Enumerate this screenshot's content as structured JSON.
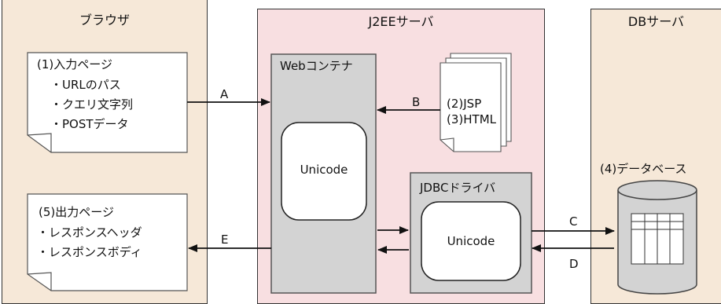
{
  "browser": {
    "title": "ブラウザ",
    "input_page": {
      "heading": "(1)入力ページ",
      "items": [
        "・URLのパス",
        "・クエリ文字列",
        "・POSTデータ"
      ]
    },
    "output_page": {
      "heading": "(5)出力ページ",
      "items": [
        "・レスポンスヘッダ",
        "・レスポンスボディ"
      ]
    }
  },
  "j2ee_server": {
    "title": "J2EEサーバ",
    "web_container": {
      "label": "Webコンテナ",
      "inner": "Unicode"
    },
    "docs": [
      "(2)JSP",
      "(3)HTML"
    ],
    "jdbc_driver": {
      "label": "JDBCドライバ",
      "inner": "Unicode"
    }
  },
  "db_server": {
    "title": "DBサーバ",
    "database": "(4)データベース"
  },
  "arrows": {
    "a": "A",
    "b": "B",
    "c": "C",
    "d": "D",
    "e": "E"
  }
}
